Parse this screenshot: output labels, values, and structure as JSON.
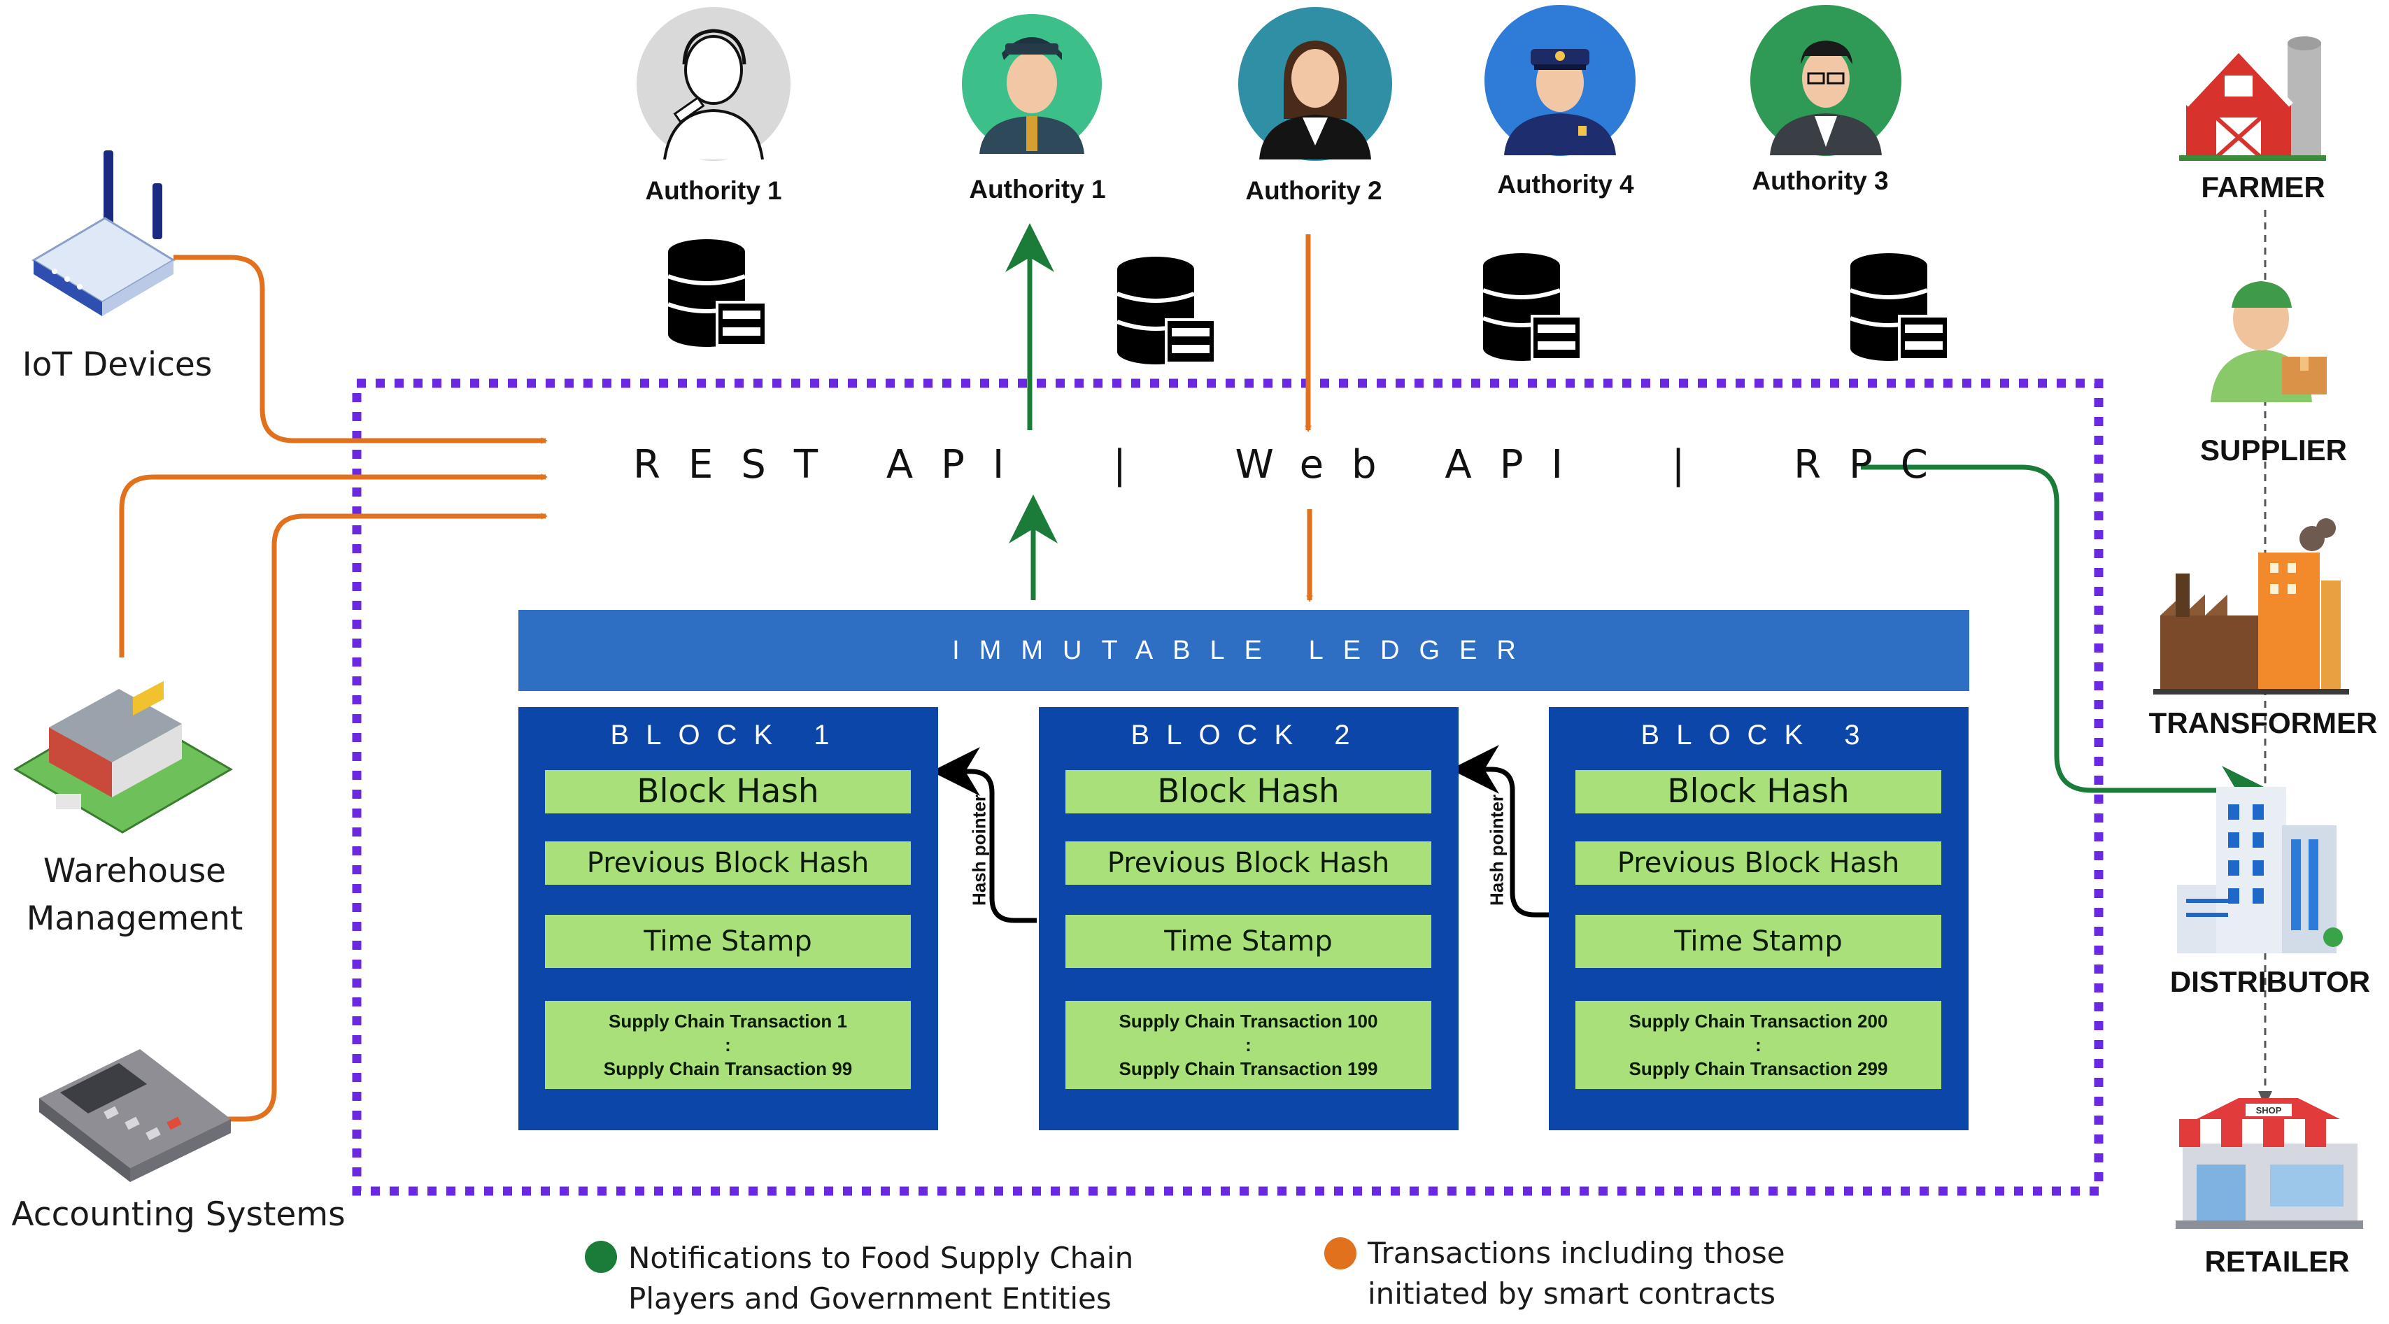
{
  "authorities": [
    {
      "name": "Authority 1",
      "icon": "judge-gavel-icon"
    },
    {
      "name": "Authority 1",
      "icon": "officer-woman-icon"
    },
    {
      "name": "Authority 2",
      "icon": "lawyer-woman-icon"
    },
    {
      "name": "Authority 4",
      "icon": "police-officer-icon"
    },
    {
      "name": "Authority 3",
      "icon": "businessman-icon"
    }
  ],
  "sources": [
    {
      "name": "IoT Devices",
      "icon": "router-icon"
    },
    {
      "name_lines": [
        "Warehouse",
        "Management"
      ],
      "icon": "warehouse-icon"
    },
    {
      "name": "Accounting Systems",
      "icon": "calculator-icon"
    }
  ],
  "api_label": "REST API  |  Web API  |  RPC",
  "ledger": {
    "title": "IMMUTABLE LEDGER",
    "hash_pointer_label": "Hash pointer",
    "blocks": [
      {
        "title": "BLOCK 1",
        "block_hash": "Block Hash",
        "prev_hash": "Previous Block Hash",
        "timestamp": "Time Stamp",
        "tx_first": "Supply Chain Transaction 1",
        "tx_sep": ":",
        "tx_last": "Supply Chain Transaction 99"
      },
      {
        "title": "BLOCK 2",
        "block_hash": "Block Hash",
        "prev_hash": "Previous Block Hash",
        "timestamp": "Time Stamp",
        "tx_first": "Supply Chain Transaction 100",
        "tx_sep": ":",
        "tx_last": "Supply Chain Transaction 199"
      },
      {
        "title": "BLOCK 3",
        "block_hash": "Block Hash",
        "prev_hash": "Previous Block Hash",
        "timestamp": "Time Stamp",
        "tx_first": "Supply Chain Transaction 200",
        "tx_sep": ":",
        "tx_last": "Supply Chain Transaction 299"
      }
    ]
  },
  "supply_chain": [
    {
      "name": "FARMER",
      "icon": "barn-icon"
    },
    {
      "name": "SUPPLIER",
      "icon": "supplier-icon"
    },
    {
      "name": "TRANSFORMER",
      "icon": "factory-icon"
    },
    {
      "name": "DISTRIBUTOR",
      "icon": "office-building-icon"
    },
    {
      "name": "RETAILER",
      "icon": "shop-icon"
    }
  ],
  "legend": [
    {
      "color": "#1b7c3a",
      "lines": [
        "Notifications to Food Supply Chain",
        "Players and Government Entities"
      ]
    },
    {
      "color": "#e2711d",
      "lines": [
        "Transactions including those",
        "initiated by smart contracts"
      ]
    }
  ],
  "colors": {
    "notification": "#1b7c3a",
    "transaction": "#e2711d",
    "boundary": "#6a28e0",
    "ledger_bar": "#2f6fc3",
    "block": "#0c46a8",
    "field": "#a9e07a"
  }
}
